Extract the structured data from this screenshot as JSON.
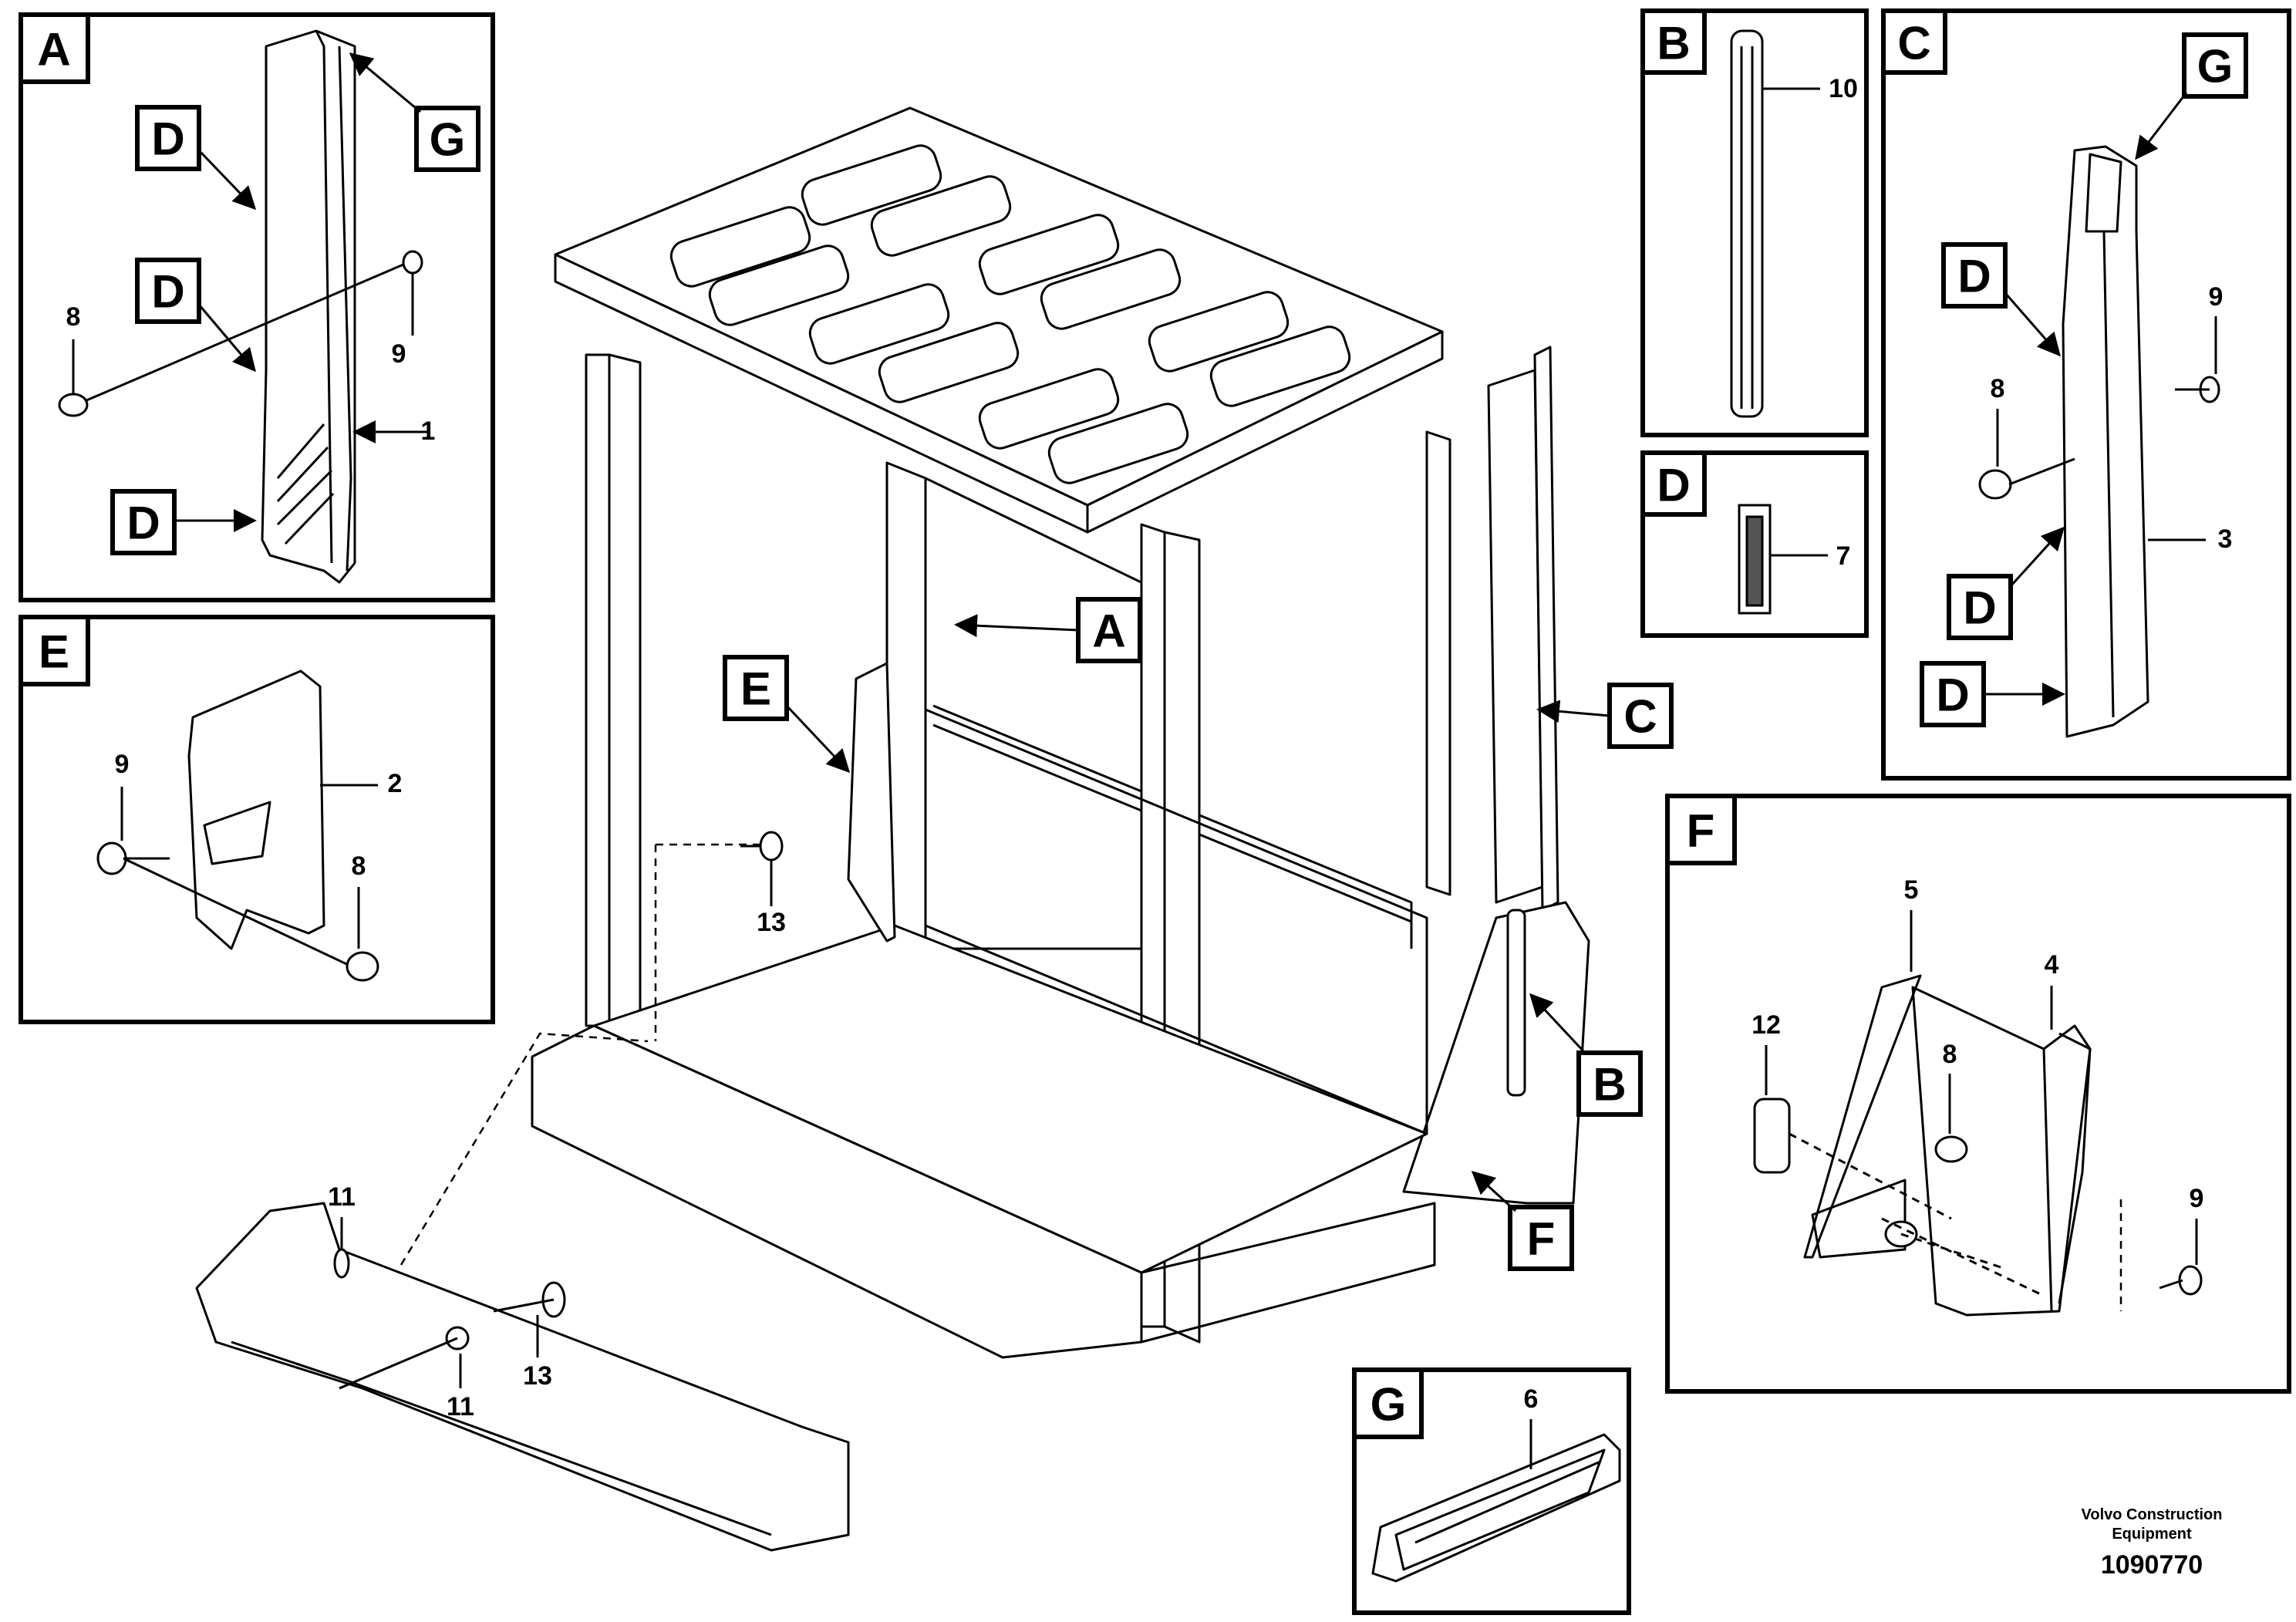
{
  "panels": {
    "A": {
      "letter": "A",
      "callouts": {
        "d1": "D",
        "d2": "D",
        "d3": "D",
        "g": "G"
      },
      "parts": {
        "p8": "8",
        "p9": "9",
        "p1": "1"
      }
    },
    "B": {
      "letter": "B",
      "parts": {
        "p10": "10"
      }
    },
    "C": {
      "letter": "C",
      "callouts": {
        "g": "G",
        "d1": "D",
        "d2": "D",
        "d3": "D"
      },
      "parts": {
        "p9": "9",
        "p8": "8",
        "p3": "3"
      }
    },
    "D": {
      "letter": "D",
      "parts": {
        "p7": "7"
      }
    },
    "E": {
      "letter": "E",
      "parts": {
        "p9": "9",
        "p2": "2",
        "p8": "8"
      }
    },
    "F": {
      "letter": "F",
      "parts": {
        "p5": "5",
        "p4": "4",
        "p12": "12",
        "p8": "8",
        "p9": "9"
      }
    },
    "G": {
      "letter": "G",
      "parts": {
        "p6": "6"
      }
    }
  },
  "main": {
    "callouts": {
      "A": "A",
      "B": "B",
      "C": "C",
      "E": "E",
      "F": "F"
    },
    "parts": {
      "p13a": "13",
      "p11a": "11",
      "p11b": "11",
      "p13b": "13"
    }
  },
  "footer": {
    "brand_line1": "Volvo Construction",
    "brand_line2": "Equipment",
    "drawing_number": "1090770"
  }
}
